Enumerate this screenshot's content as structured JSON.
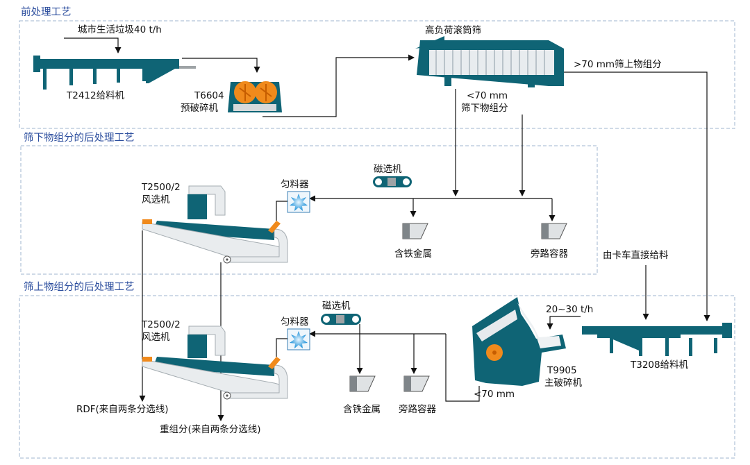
{
  "sections": {
    "pre": "前处理工艺",
    "under": "筛下物组分的后处理工艺",
    "over": "筛上物组分的后处理工艺"
  },
  "labels": {
    "waste_input": "城市生活垃圾40 t/h",
    "feeder_1": "T2412给料机",
    "precrusher_model": "T6604",
    "precrusher_name": "预破碎机",
    "trommel": "高负荷滚筒筛",
    "over_70": ">70 mm筛上物组分",
    "under_70_a": "<70 mm",
    "under_70_b": "筛下物组分",
    "magnet_1": "磁选机",
    "distributor_1": "匀料器",
    "air_sep_1_model": "T2500/2",
    "air_sep_1_name": "风选机",
    "ferrous_1": "含铁金属",
    "bypass_1": "旁路容器",
    "truck_feed": "由卡车直接给料",
    "magnet_2": "磁选机",
    "distributor_2": "匀料器",
    "air_sep_2_model": "T2500/2",
    "air_sep_2_name": "风选机",
    "rate_2030": "20~30 t/h",
    "main_crusher_model": "T9905",
    "main_crusher_name": "主破碎机",
    "feeder_2": "T3208给料机",
    "under_70_c": "<70 mm",
    "ferrous_2": "含铁金属",
    "bypass_2": "旁路容器",
    "rdf": "RDF(来自两条分选线)",
    "heavy": "重组分(来自两条分选线)"
  },
  "colors": {
    "section_title": "#2c4e9e",
    "machine": "#0f6475",
    "accent": "#f08a1c",
    "box_border": "#9fb6cf"
  }
}
